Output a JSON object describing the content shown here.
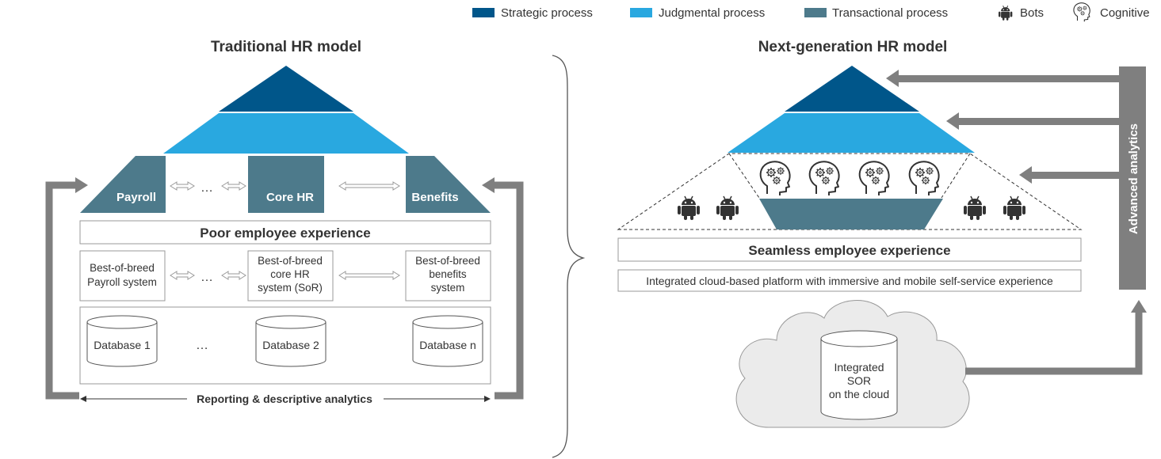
{
  "colors": {
    "strategic": "#00568A",
    "judgmental": "#29A8E0",
    "transactional": "#4D7A8B",
    "arrow_gray": "#7F7F7F",
    "box_border": "#999999",
    "cloud_fill": "#EBEBEB"
  },
  "legend": {
    "strategic": "Strategic process",
    "judgmental": "Judgmental process",
    "transactional": "Transactional process",
    "bots": "Bots",
    "bots_icon": "android-bot-icon",
    "cognitive": "Cognitive",
    "cognitive_icon": "head-gears-icon"
  },
  "traditional": {
    "title": "Traditional HR model",
    "payroll": "Payroll",
    "core_hr": "Core HR",
    "benefits": "Benefits",
    "ellipsis": "…",
    "experience": "Poor employee experience",
    "systems": {
      "payroll": [
        "Best-of-breed",
        "Payroll system"
      ],
      "core": [
        "Best-of-breed",
        "core HR",
        "system (SoR)"
      ],
      "benefits": [
        "Best-of-breed",
        "benefits",
        "system"
      ]
    },
    "databases": [
      "Database 1",
      "Database 2",
      "Database n"
    ],
    "reporting": "Reporting & descriptive analytics"
  },
  "next_gen": {
    "title": "Next-generation HR model",
    "experience": "Seamless employee experience",
    "platform": "Integrated cloud-based platform with immersive and mobile self-service experience",
    "analytics": "Advanced analytics",
    "cloud_db": [
      "Integrated",
      "SOR",
      "on the cloud"
    ]
  }
}
